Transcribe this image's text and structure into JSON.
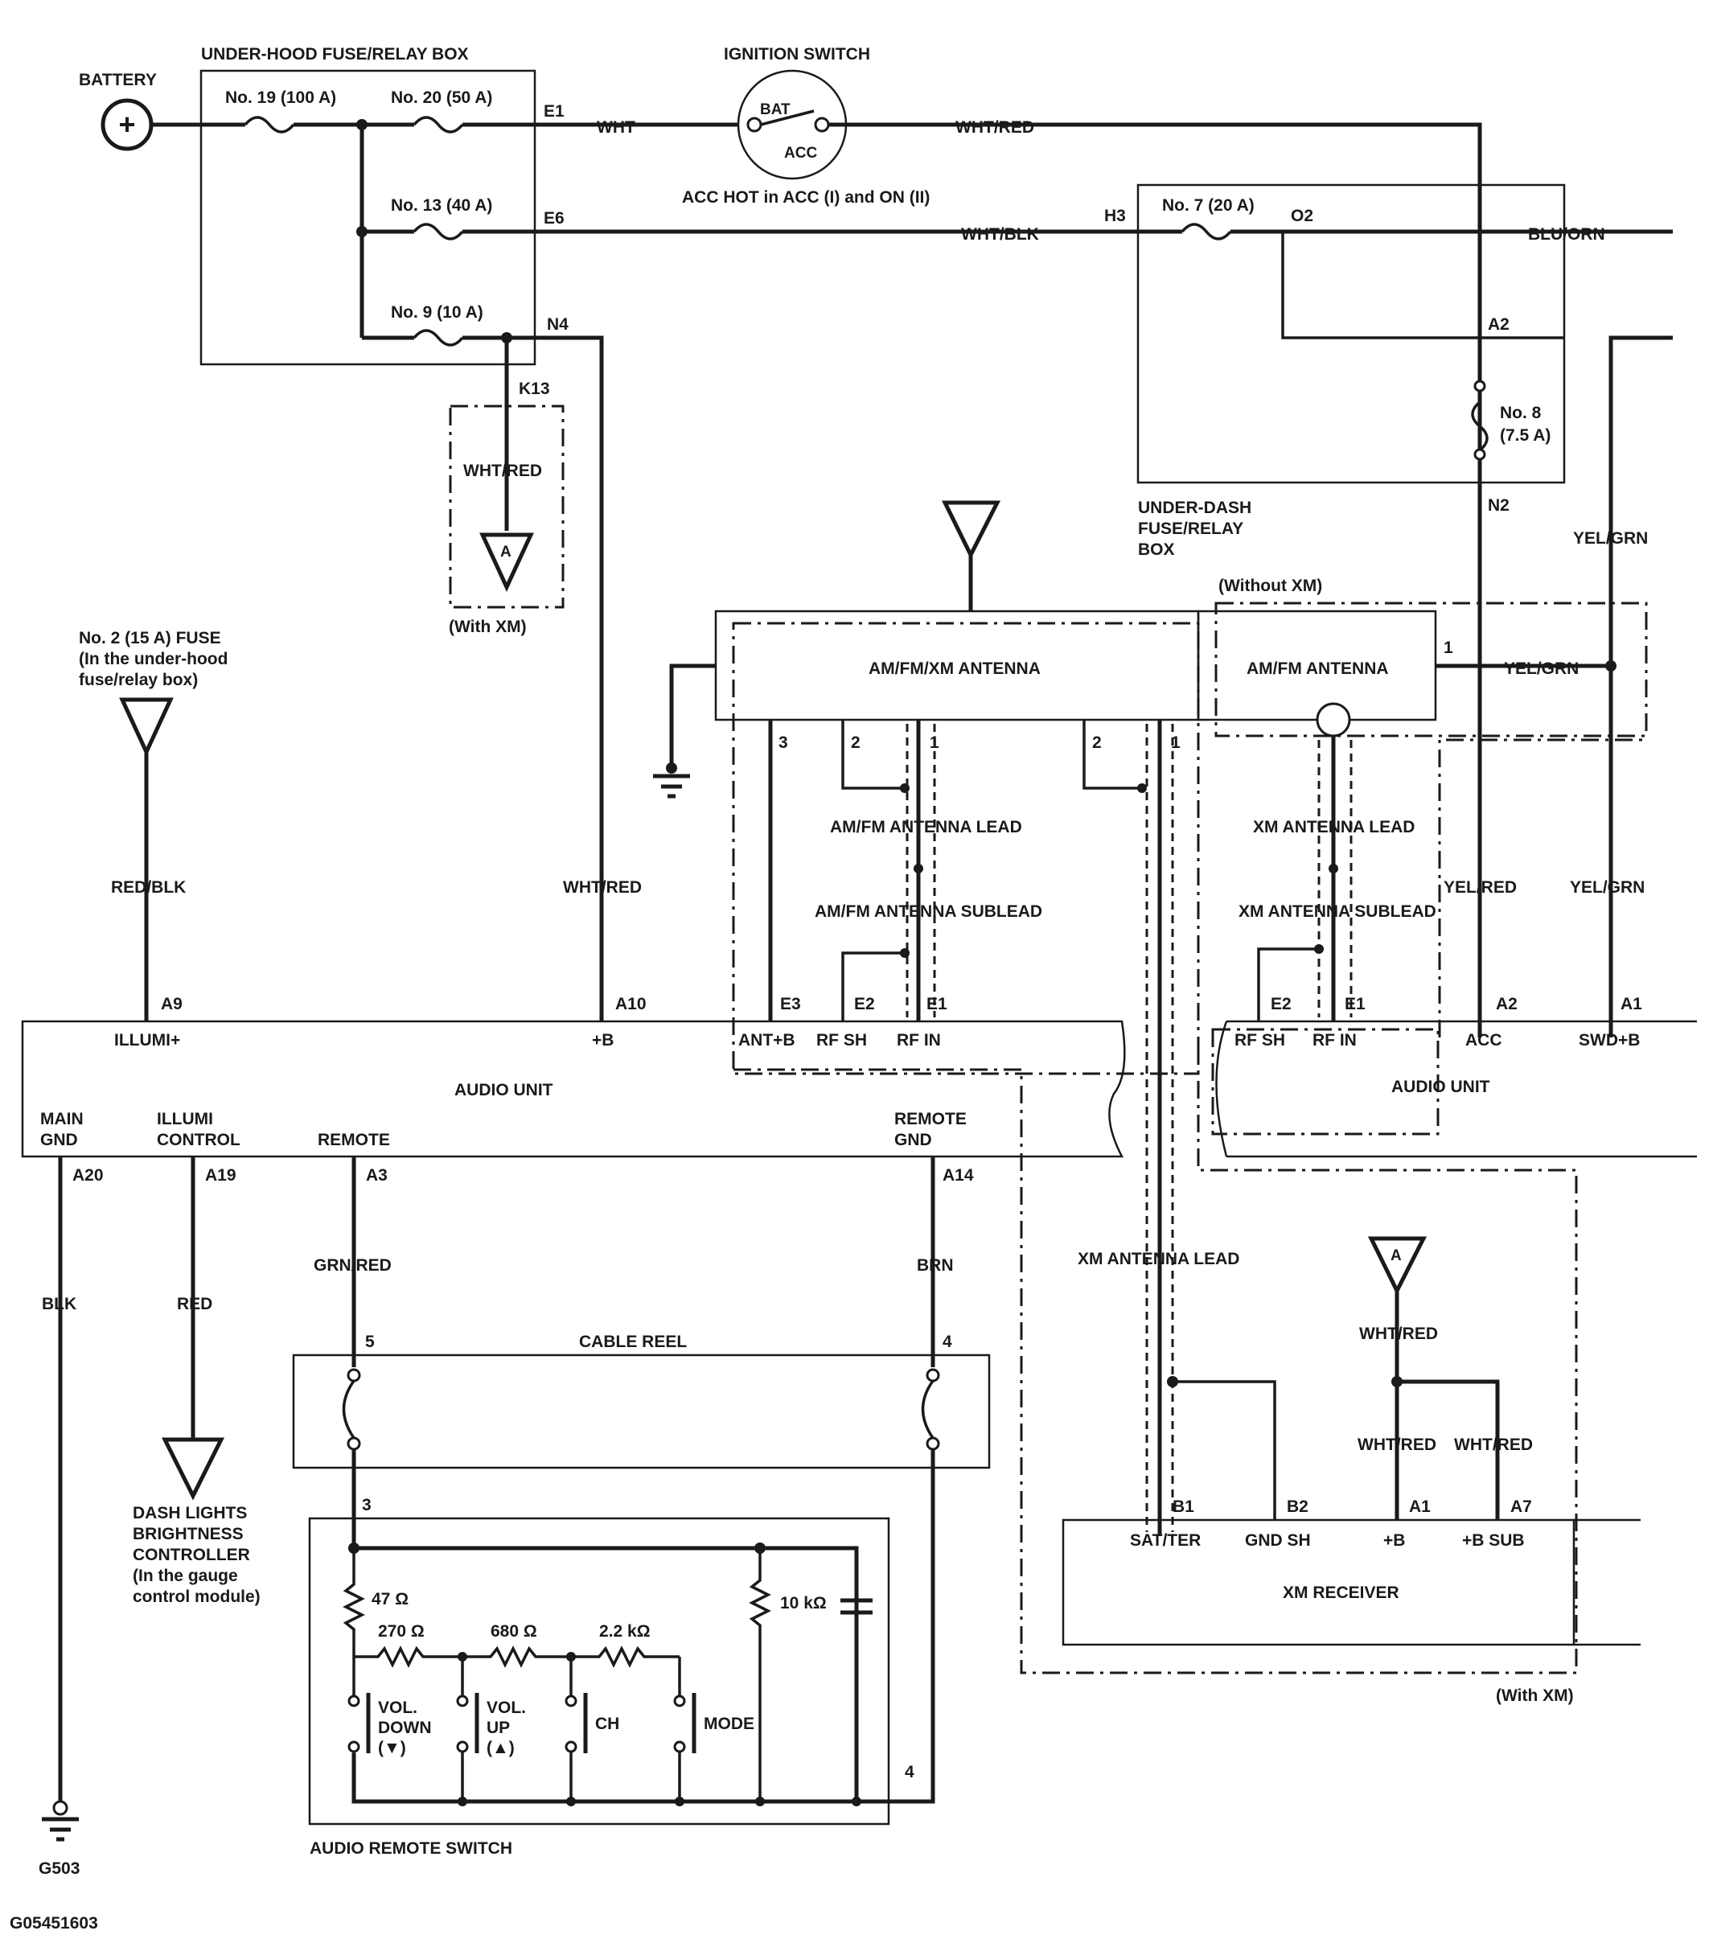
{
  "power": {
    "battery": "BATTERY",
    "underhood_box": "UNDER-HOOD FUSE/RELAY BOX",
    "fuse19": "No. 19 (100 A)",
    "fuse20": "No. 20 (50 A)",
    "fuse13": "No. 13 (40 A)",
    "fuse9": "No. 9 (10 A)",
    "e1": "E1",
    "e6": "E6",
    "n4": "N4",
    "k13": "K13",
    "wht": "WHT",
    "ignition_switch": "IGNITION SWITCH",
    "bat": "BAT",
    "acc": "ACC",
    "acc_hot": "ACC HOT in ACC (I) and ON (II)",
    "wht_red": "WHT/RED",
    "wht_blk": "WHT/BLK",
    "with_xm": "(With XM)",
    "conn_a": "A"
  },
  "underdash": {
    "label_line1": "UNDER-DASH",
    "label_line2": "FUSE/RELAY",
    "label_line3": "BOX",
    "h3": "H3",
    "o2": "O2",
    "fuse7": "No. 7 (20 A)",
    "blu_orn": "BLU/ORN",
    "a2": "A2",
    "n2": "N2",
    "fuse8_line1": "No. 8",
    "fuse8_line2": "(7.5 A)",
    "yel_grn": "YEL/GRN"
  },
  "fuse2": {
    "line1": "No. 2 (15 A) FUSE",
    "line2": "(In the under-hood",
    "line3": "fuse/relay box)",
    "wire": "RED/BLK"
  },
  "antenna": {
    "title": "AM/FM/XM ANTENNA",
    "amfm": "AM/FM ANTENNA",
    "without_xm": "(Without XM)",
    "pin1": "1",
    "pin2": "2",
    "pin3": "3",
    "amfm_lead": "AM/FM ANTENNA LEAD",
    "amfm_sublead": "AM/FM ANTENNA SUBLEAD",
    "xm_lead": "XM ANTENNA LEAD",
    "xm_sublead": "XM ANTENNA SUBLEAD",
    "xm_lead2": "XM ANTENNA LEAD",
    "yel_red": "YEL/RED"
  },
  "audio_unit": {
    "title": "AUDIO UNIT",
    "title2": "AUDIO UNIT",
    "a9": "A9",
    "a10": "A10",
    "e3": "E3",
    "e2": "E2",
    "e1": "E1",
    "a2": "A2",
    "a1": "A1",
    "illumi": "ILLUMI+",
    "plus_b": "+B",
    "ant_b": "ANT+B",
    "rf_sh": "RF SH",
    "rf_in": "RF IN",
    "acc": "ACC",
    "swd_b": "SWD+B",
    "main": "MAIN",
    "gnd": "GND",
    "illumi2": "ILLUMI",
    "control": "CONTROL",
    "remote": "REMOTE",
    "remote2": "REMOTE",
    "gnd2": "GND",
    "a20": "A20",
    "a19": "A19",
    "a3": "A3",
    "a14": "A14"
  },
  "lower": {
    "blk": "BLK",
    "red": "RED",
    "grn_red": "GRN/RED",
    "brn": "BRN",
    "cable_reel": "CABLE REEL",
    "pin5": "5",
    "pin4": "4",
    "pin3": "3",
    "pin4b": "4",
    "dash1": "DASH LIGHTS",
    "dash2": "BRIGHTNESS",
    "dash3": "CONTROLLER",
    "dash4": "(In the gauge",
    "dash5": "control module)",
    "g503": "G503",
    "figure_id": "G05451603",
    "remote_switch": "AUDIO REMOTE SWITCH",
    "r47": "47 Ω",
    "r270": "270 Ω",
    "r680": "680 Ω",
    "r22k": "2.2 kΩ",
    "r10k": "10 kΩ",
    "vol": "VOL.",
    "down": "DOWN",
    "down_sym": "(▼)",
    "vol2": "VOL.",
    "up": "UP",
    "up_sym": "(▲)",
    "ch": "CH",
    "mode": "MODE"
  },
  "xm": {
    "receiver": "XM RECEIVER",
    "b1": "B1",
    "b2": "B2",
    "a1": "A1",
    "a7": "A7",
    "sat_ter": "SAT/TER",
    "gnd_sh": "GND SH",
    "plus_b": "+B",
    "plus_b_sub": "+B SUB",
    "wht_red": "WHT/RED",
    "wht_red2": "WHT/RED",
    "wht_red3": "WHT/RED",
    "conn_a": "A",
    "with_xm": "(With XM)"
  }
}
